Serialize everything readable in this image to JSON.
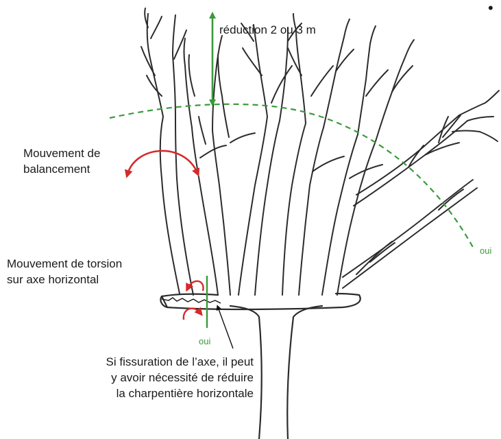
{
  "labels": {
    "reduction": "réduction 2 ou 3 m",
    "balancement": [
      "Mouvement de",
      "balancement"
    ],
    "torsion": [
      "Mouvement de torsion",
      "sur axe horizontal"
    ],
    "oui_right": "oui",
    "oui_bottom": "oui",
    "fissuration": [
      "Si fissuration de l’axe, il peut",
      "y avoir nécessité de réduire",
      "la charpentière horizontale"
    ],
    "bullet": "•"
  },
  "colors": {
    "green": "#3a9a3a",
    "red": "#d42a2a",
    "ink": "#2b2b2b"
  }
}
